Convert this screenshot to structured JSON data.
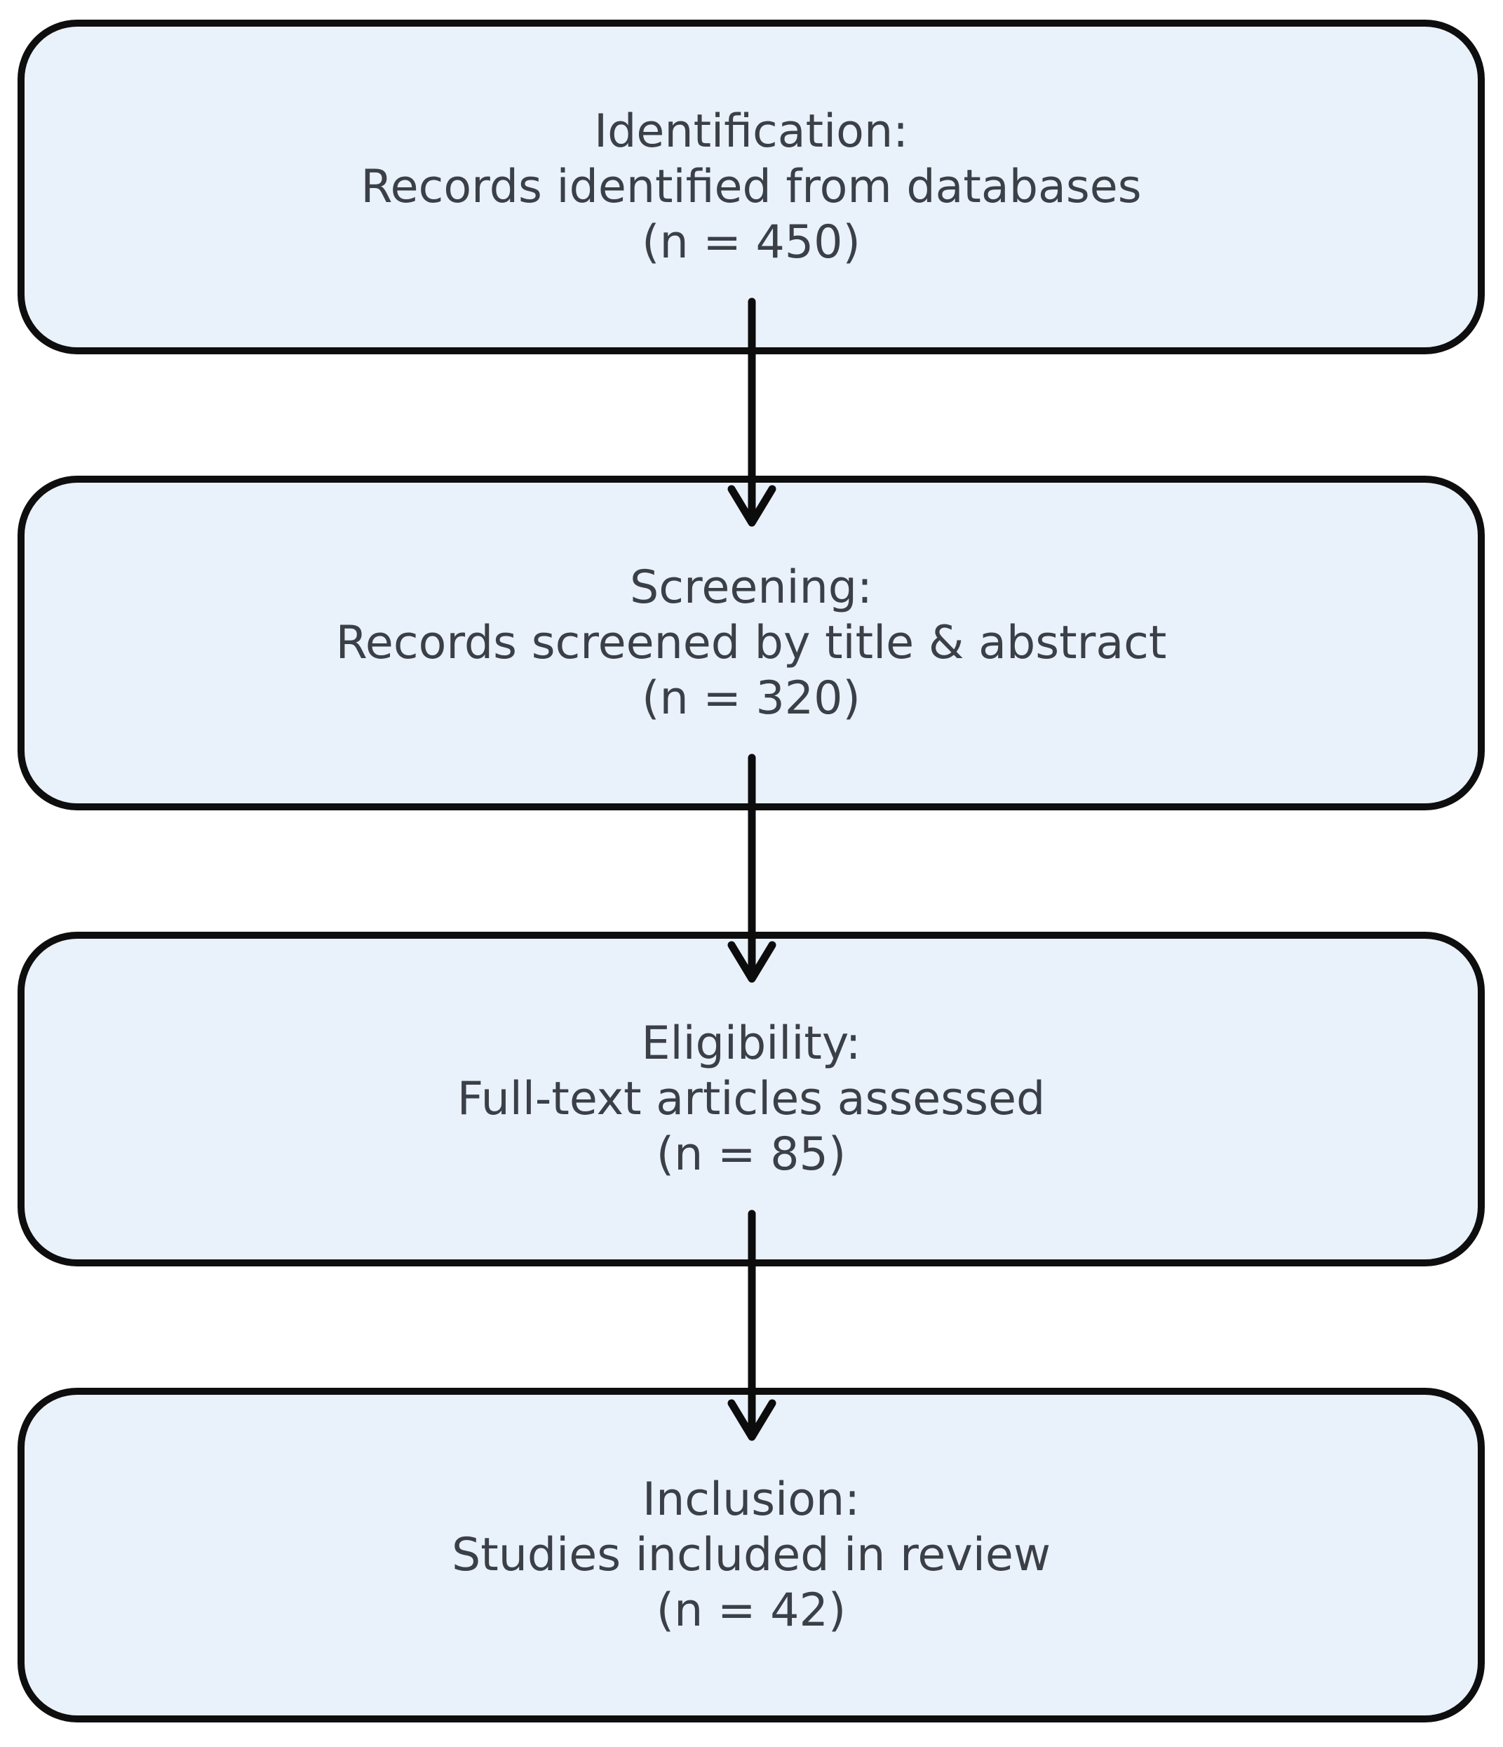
{
  "diagram": {
    "type": "flowchart",
    "orientation": "vertical",
    "colors": {
      "background": "#ffffff",
      "box_fill": "#e9f1fb",
      "box_border": "#0e0e0e",
      "text": "#3b3f46",
      "arrow": "#0c0c0c"
    },
    "steps": [
      {
        "id": "identification",
        "title": "Identification:",
        "description": "Records identified from databases",
        "count": "(n = 450)",
        "n": 450
      },
      {
        "id": "screening",
        "title": "Screening:",
        "description": "Records screened by title & abstract",
        "count": "(n = 320)",
        "n": 320
      },
      {
        "id": "eligibility",
        "title": "Eligibility:",
        "description": "Full-text articles assessed",
        "count": "(n = 85)",
        "n": 85
      },
      {
        "id": "inclusion",
        "title": "Inclusion:",
        "description": "Studies included in review",
        "count": "(n = 42)",
        "n": 42
      }
    ],
    "arrows": [
      {
        "from": "identification",
        "to": "screening"
      },
      {
        "from": "screening",
        "to": "eligibility"
      },
      {
        "from": "eligibility",
        "to": "inclusion"
      }
    ]
  }
}
